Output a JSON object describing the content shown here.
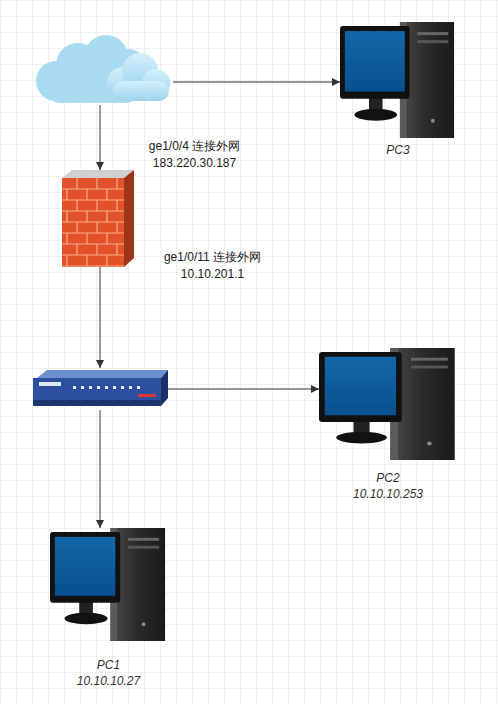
{
  "diagram": {
    "nodes": [
      {
        "text": []
      },
      {
        "text": [
          "PC3"
        ]
      },
      {
        "text": []
      },
      {
        "text": []
      },
      {
        "text": [
          "PC2",
          "10.10.10.253"
        ]
      },
      {
        "text": [
          "PC1",
          "10.10.10.27"
        ]
      }
    ],
    "edges": [
      {
        "from": 0,
        "to": 1,
        "arrow": "to"
      },
      {
        "from": 0,
        "to": 2,
        "arrow": "to",
        "label": "ge1/0/4 连接外网 183.220.30.187"
      },
      {
        "from": 2,
        "to": 3,
        "arrow": "to",
        "label": "ge1/0/11 连接外网 10.10.201.1"
      },
      {
        "from": 3,
        "to": 4,
        "arrow": "to"
      },
      {
        "from": 3,
        "to": 5,
        "arrow": "to"
      }
    ]
  }
}
